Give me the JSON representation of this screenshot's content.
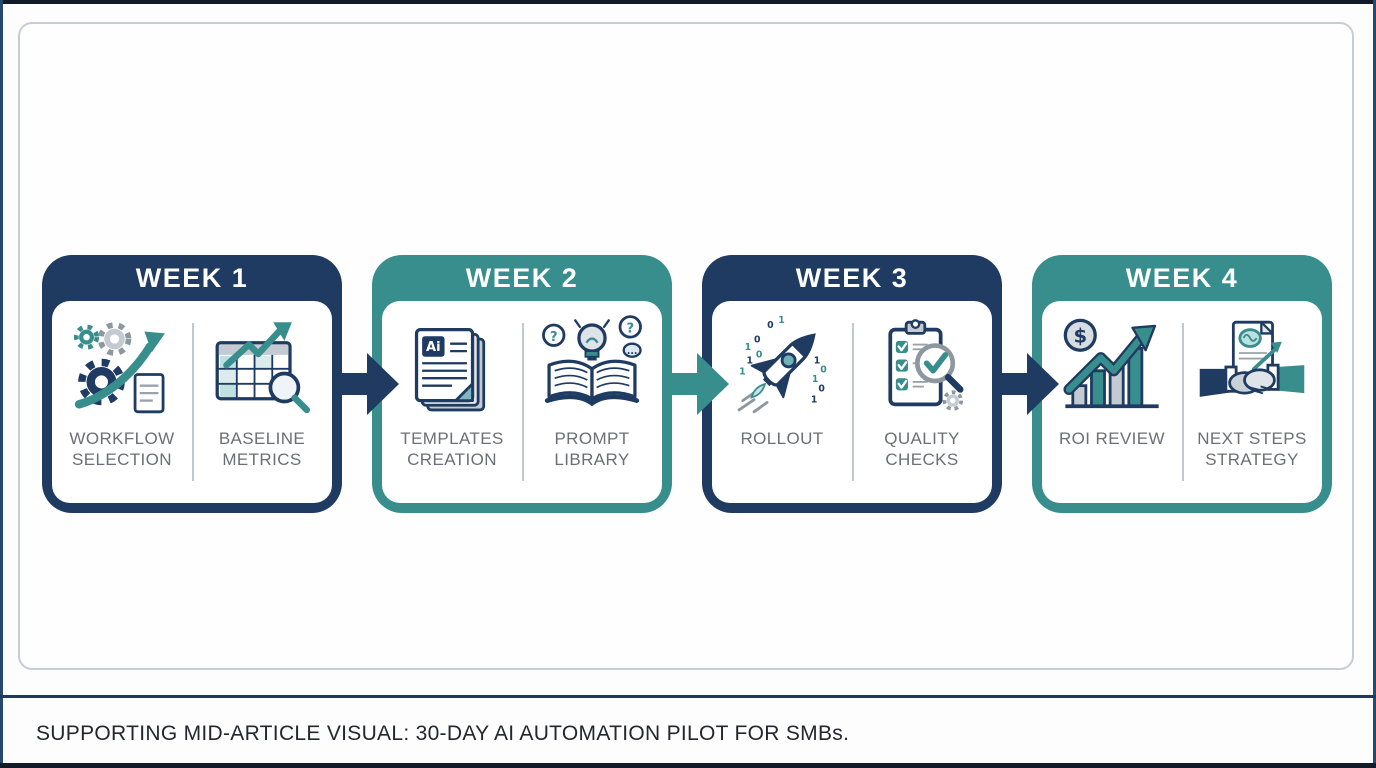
{
  "colors": {
    "navy": "#1f3b61",
    "teal": "#388e8d",
    "panel_border": "#c7cdd3",
    "label_text": "#6b7076",
    "caption_text": "#23272e"
  },
  "timeline": {
    "weeks": [
      {
        "label": "WEEK 1",
        "theme": "navy",
        "items": [
          {
            "label": "WORKFLOW SELECTION",
            "icon": "gears-growth-icon"
          },
          {
            "label": "BASELINE METRICS",
            "icon": "metrics-table-icon"
          }
        ]
      },
      {
        "label": "WEEK 2",
        "theme": "teal",
        "items": [
          {
            "label": "TEMPLATES CREATION",
            "icon": "ai-documents-icon"
          },
          {
            "label": "PROMPT LIBRARY",
            "icon": "book-lightbulb-icon"
          }
        ]
      },
      {
        "label": "WEEK 3",
        "theme": "navy",
        "items": [
          {
            "label": "ROLLOUT",
            "icon": "rocket-icon"
          },
          {
            "label": "QUALITY CHECKS",
            "icon": "checklist-magnifier-icon"
          }
        ]
      },
      {
        "label": "WEEK 4",
        "theme": "teal",
        "items": [
          {
            "label": "ROI REVIEW",
            "icon": "roi-bar-chart-icon"
          },
          {
            "label": "NEXT STEPS STRATEGY",
            "icon": "handshake-icon"
          }
        ]
      }
    ],
    "arrows": [
      {
        "direction": "right",
        "color": "navy"
      },
      {
        "direction": "right",
        "color": "teal"
      },
      {
        "direction": "right",
        "color": "navy"
      }
    ]
  },
  "caption": {
    "text": "SUPPORTING MID-ARTICLE VISUAL: 30-DAY AI AUTOMATION PILOT FOR SMBs."
  }
}
